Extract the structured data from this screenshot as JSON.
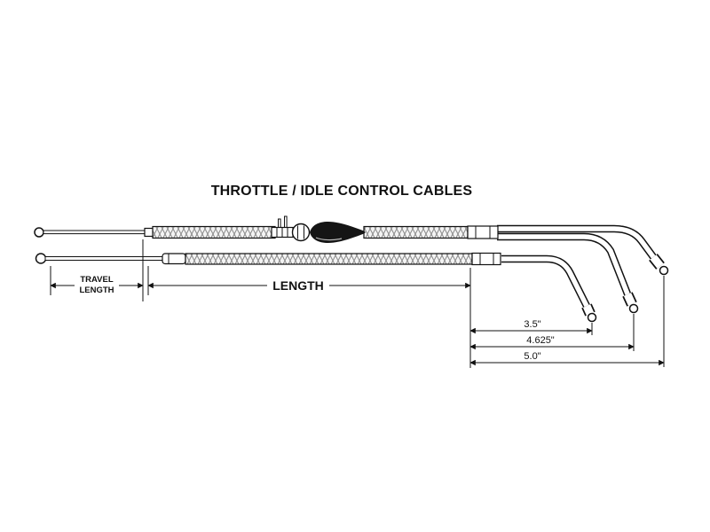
{
  "diagram": {
    "title": "THROTTLE / IDLE CONTROL CABLES",
    "dimensions": {
      "travel_line1": "TRAVEL",
      "travel_line2": "LENGTH",
      "length_label": "LENGTH",
      "bend_dims": [
        "3.5\"",
        "4.625\"",
        "5.0\""
      ]
    },
    "colors": {
      "ink": "#111111",
      "braid_line": "#8a8a8a",
      "fitting_black": "#151515",
      "background": "#ffffff"
    }
  }
}
